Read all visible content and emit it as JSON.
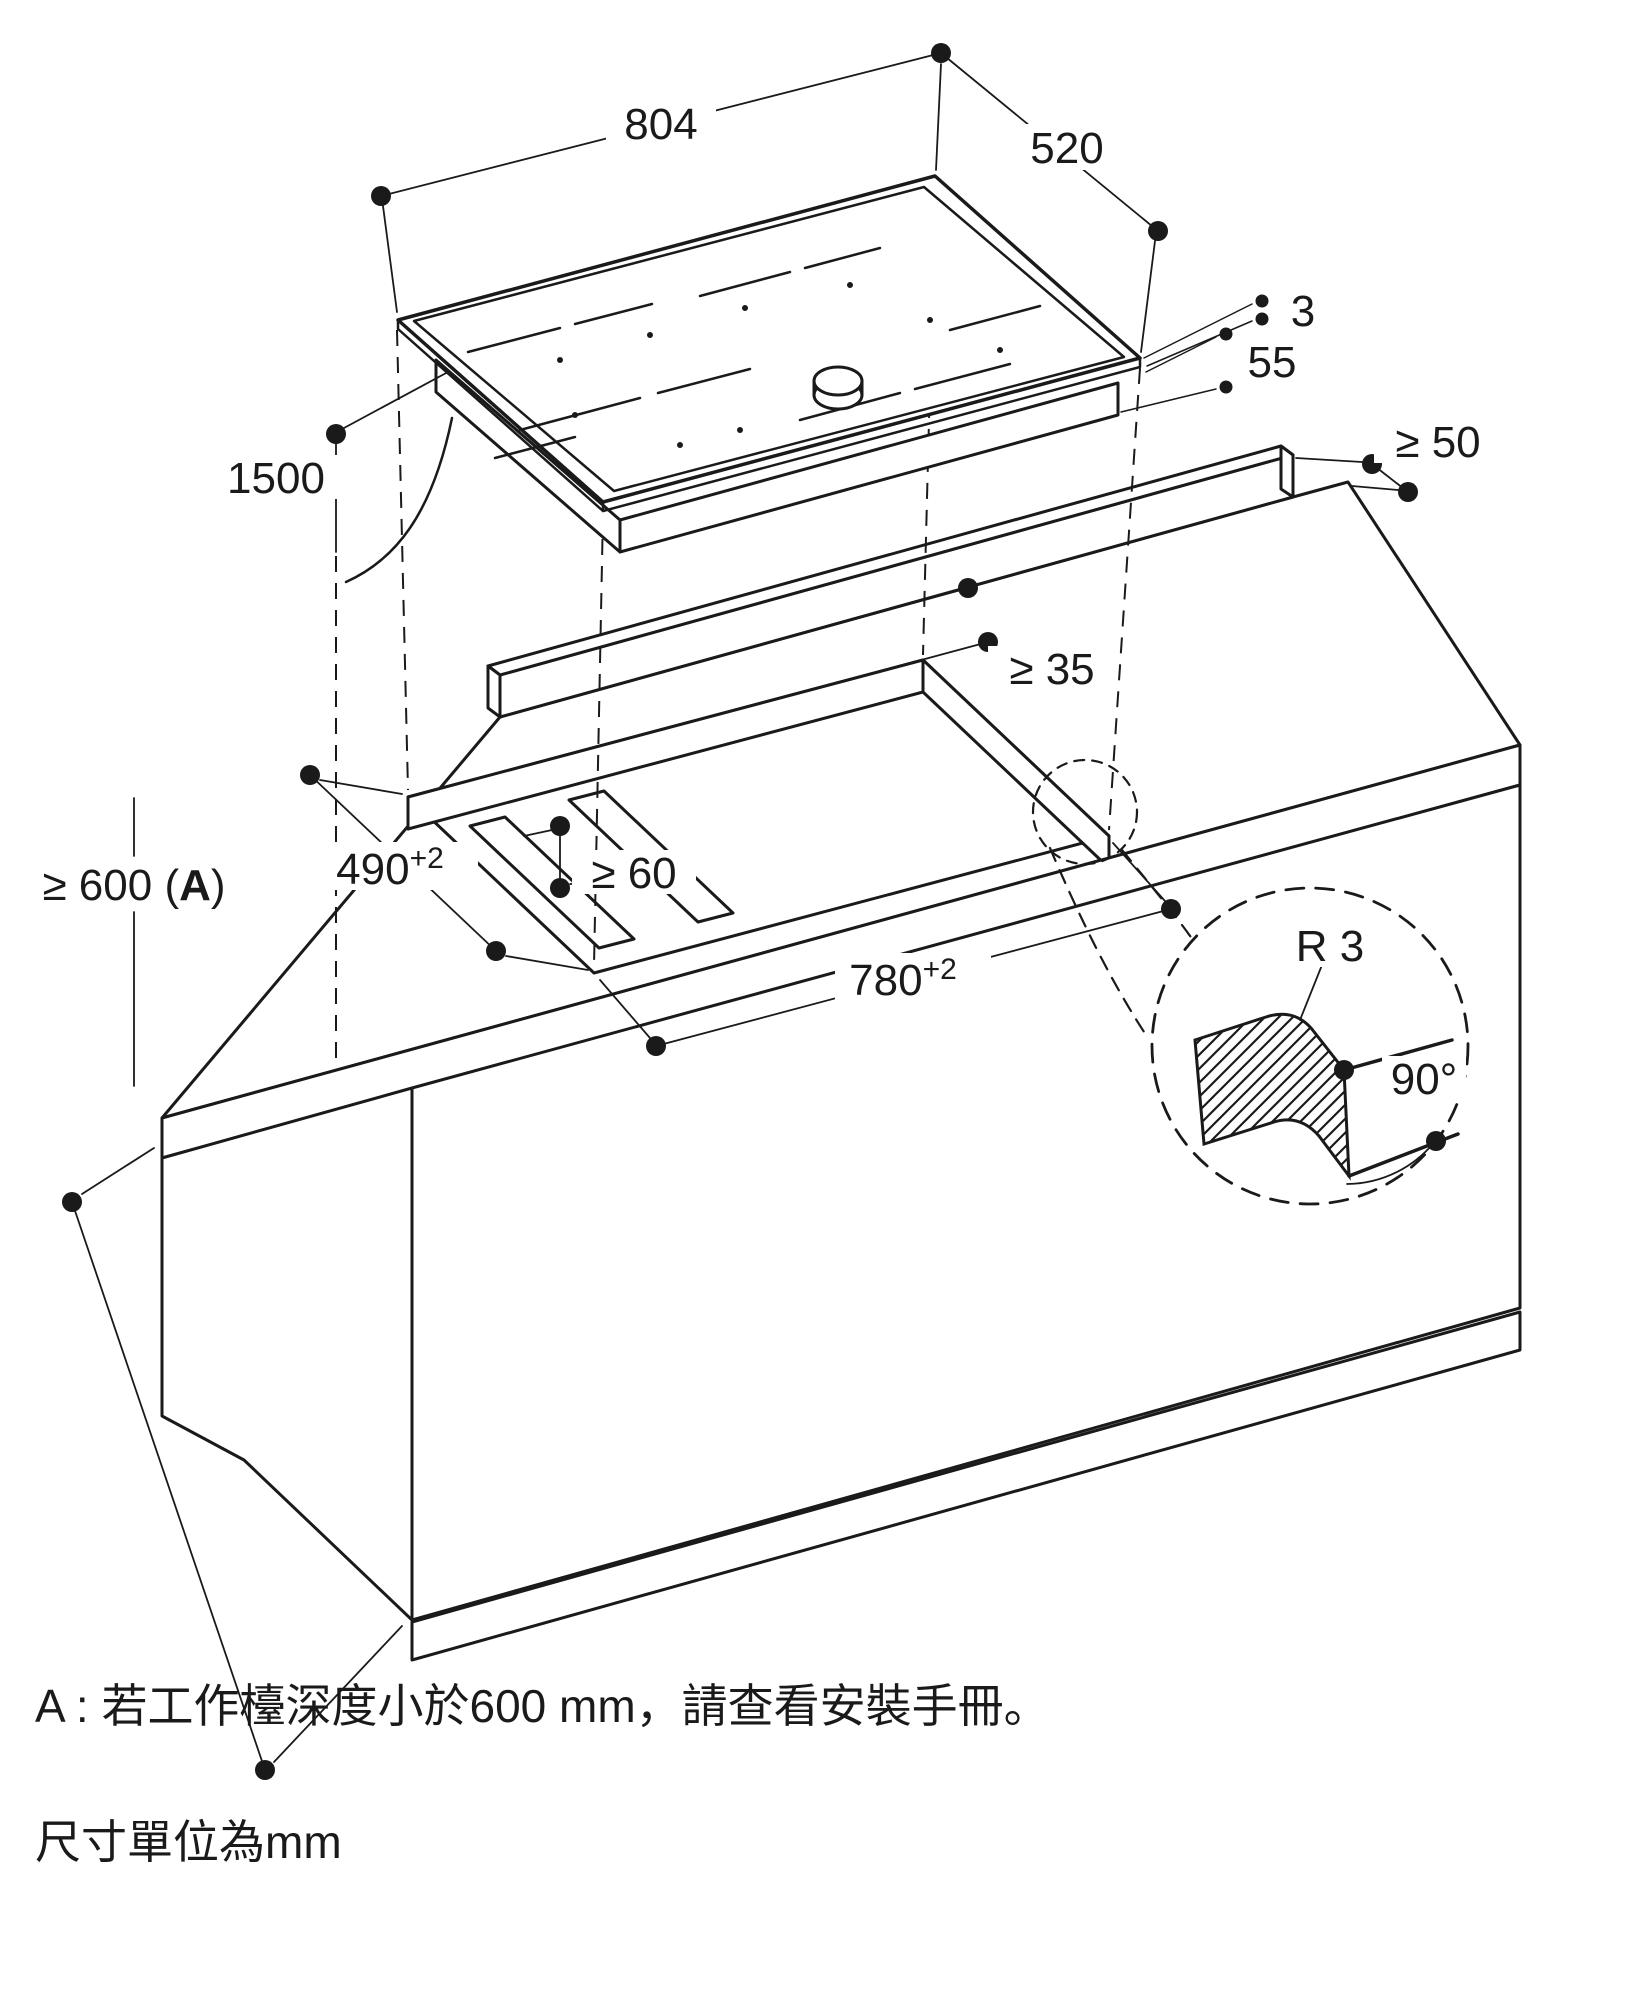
{
  "diagram": {
    "dims": {
      "width_804": "804",
      "depth_520": "520",
      "glass_3": "3",
      "body_55": "55",
      "cable_1500": "1500",
      "clearance_right_min50": "≥ 50",
      "clearance_back_min35": "≥ 35",
      "clearance_below_min60": "≥ 60",
      "cutout_depth_490": "490",
      "cutout_depth_tol": "+2",
      "cutout_width_780": "780",
      "cutout_width_tol": "+2",
      "worktop_depth_prefix": "≥ 600 (",
      "worktop_depth_ref": "A",
      "worktop_depth_suffix": ")",
      "radius_r3": "R 3",
      "angle_90": "90°"
    },
    "notes": {
      "note_a": "A : 若工作檯深度小於600 mm，請查看安裝手冊。",
      "note_units": "尺寸單位為mm"
    },
    "colors": {
      "line": "#1a1a1a",
      "background": "#ffffff"
    }
  }
}
